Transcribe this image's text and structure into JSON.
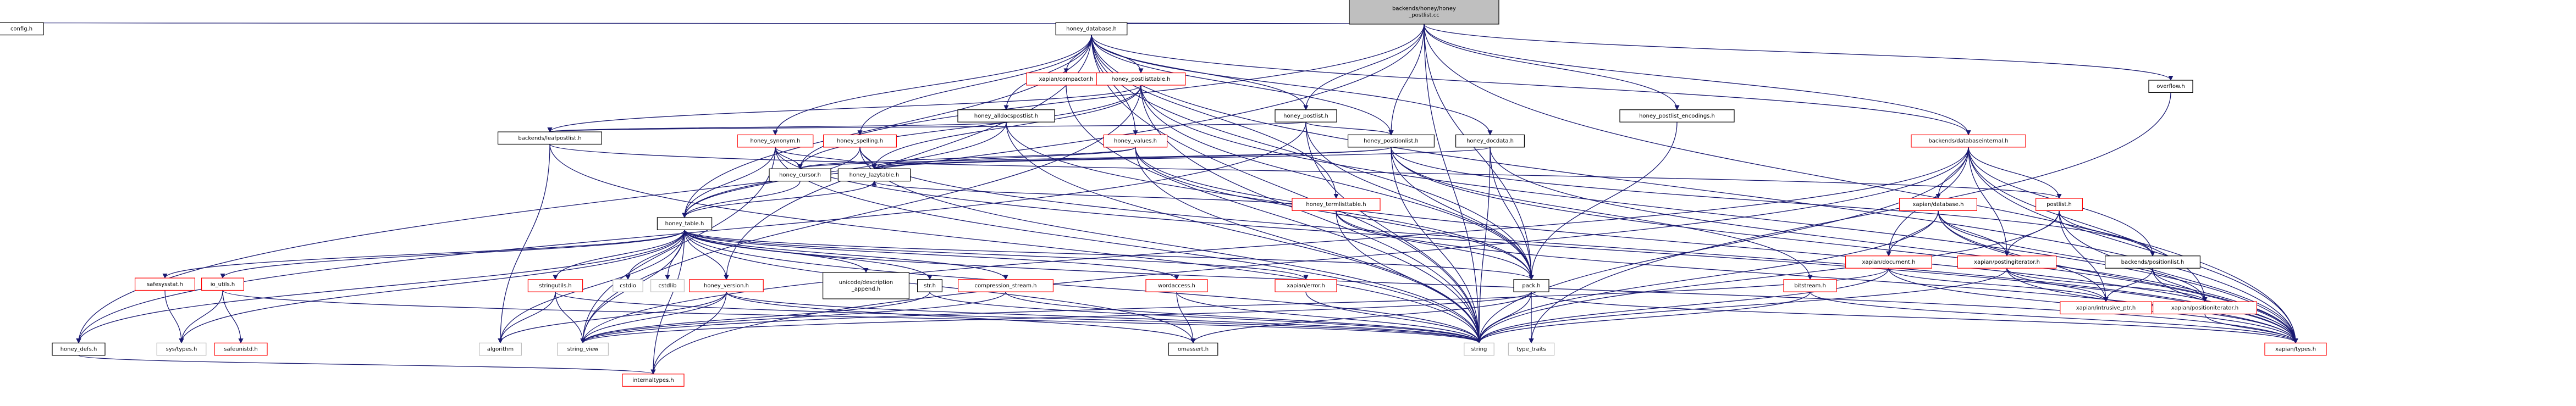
{
  "diagram": {
    "title": "backends/honey/honey_postlist.cc include dependency graph",
    "colors": {
      "edge": "#191970",
      "root_fill": "#bfbfbf",
      "normal_border": "#000000",
      "incomplete_border": "#ff0000",
      "system_border": "#bfbfbf"
    },
    "nodes": [
      {
        "id": "root",
        "lines": [
          "backends/honey/honey",
          "_postlist.cc"
        ],
        "kind": "root"
      },
      {
        "id": "config_h",
        "lines": [
          "config.h"
        ],
        "kind": "normal"
      },
      {
        "id": "honey_database_h",
        "lines": [
          "honey_database.h"
        ],
        "kind": "normal"
      },
      {
        "id": "overflow_h",
        "lines": [
          "overflow.h"
        ],
        "kind": "normal"
      },
      {
        "id": "xapian_compactor_h",
        "lines": [
          "xapian/compactor.h"
        ],
        "kind": "red"
      },
      {
        "id": "honey_postlisttable_h",
        "lines": [
          "honey_postlisttable.h"
        ],
        "kind": "red"
      },
      {
        "id": "honey_alldocspostlist_h",
        "lines": [
          "honey_alldocspostlist.h"
        ],
        "kind": "normal"
      },
      {
        "id": "honey_postlist_h",
        "lines": [
          "honey_postlist.h"
        ],
        "kind": "normal"
      },
      {
        "id": "honey_postlist_encodings_h",
        "lines": [
          "honey_postlist_encodings.h"
        ],
        "kind": "normal"
      },
      {
        "id": "backends_leafpostlist_h",
        "lines": [
          "backends/leafpostlist.h"
        ],
        "kind": "normal"
      },
      {
        "id": "honey_synonym_h",
        "lines": [
          "honey_synonym.h"
        ],
        "kind": "red"
      },
      {
        "id": "honey_spelling_h",
        "lines": [
          "honey_spelling.h"
        ],
        "kind": "red"
      },
      {
        "id": "honey_values_h",
        "lines": [
          "honey_values.h"
        ],
        "kind": "red"
      },
      {
        "id": "honey_positionlist_h",
        "lines": [
          "honey_positionlist.h"
        ],
        "kind": "normal"
      },
      {
        "id": "honey_docdata_h",
        "lines": [
          "honey_docdata.h"
        ],
        "kind": "normal"
      },
      {
        "id": "backends_databaseinternal_h",
        "lines": [
          "backends/databaseinternal.h"
        ],
        "kind": "red"
      },
      {
        "id": "honey_cursor_h",
        "lines": [
          "honey_cursor.h"
        ],
        "kind": "normal"
      },
      {
        "id": "honey_lazytable_h",
        "lines": [
          "honey_lazytable.h"
        ],
        "kind": "normal"
      },
      {
        "id": "honey_termlisttable_h",
        "lines": [
          "honey_termlisttable.h"
        ],
        "kind": "red"
      },
      {
        "id": "xapian_database_h",
        "lines": [
          "xapian/database.h"
        ],
        "kind": "red"
      },
      {
        "id": "postlist_h",
        "lines": [
          "postlist.h"
        ],
        "kind": "red"
      },
      {
        "id": "honey_table_h",
        "lines": [
          "honey_table.h"
        ],
        "kind": "normal"
      },
      {
        "id": "xapian_document_h",
        "lines": [
          "xapian/document.h"
        ],
        "kind": "red"
      },
      {
        "id": "xapian_postingiterator_h",
        "lines": [
          "xapian/postingiterator.h"
        ],
        "kind": "red"
      },
      {
        "id": "backends_positionlist_h",
        "lines": [
          "backends/positionlist.h"
        ],
        "kind": "normal"
      },
      {
        "id": "safesysstat_h",
        "lines": [
          "safesysstat.h"
        ],
        "kind": "red"
      },
      {
        "id": "io_utils_h",
        "lines": [
          "io_utils.h"
        ],
        "kind": "red"
      },
      {
        "id": "stringutils_h",
        "lines": [
          "stringutils.h"
        ],
        "kind": "red"
      },
      {
        "id": "cstdio",
        "lines": [
          "cstdio"
        ],
        "kind": "gray"
      },
      {
        "id": "cstdlib",
        "lines": [
          "cstdlib"
        ],
        "kind": "gray"
      },
      {
        "id": "honey_version_h",
        "lines": [
          "honey_version.h"
        ],
        "kind": "red"
      },
      {
        "id": "unicode_description_append_h",
        "lines": [
          "unicode/description",
          "_append.h"
        ],
        "kind": "normal"
      },
      {
        "id": "str_h",
        "lines": [
          "str.h"
        ],
        "kind": "normal"
      },
      {
        "id": "compression_stream_h",
        "lines": [
          "compression_stream.h"
        ],
        "kind": "red"
      },
      {
        "id": "wordaccess_h",
        "lines": [
          "wordaccess.h"
        ],
        "kind": "red"
      },
      {
        "id": "xapian_error_h",
        "lines": [
          "xapian/error.h"
        ],
        "kind": "red"
      },
      {
        "id": "pack_h",
        "lines": [
          "pack.h"
        ],
        "kind": "normal"
      },
      {
        "id": "bitstream_h",
        "lines": [
          "bitstream.h"
        ],
        "kind": "red"
      },
      {
        "id": "xapian_intrusive_ptr_h",
        "lines": [
          "xapian/intrusive_ptr.h"
        ],
        "kind": "red"
      },
      {
        "id": "xapian_positioniterator_h",
        "lines": [
          "xapian/positioniterator.h"
        ],
        "kind": "red"
      },
      {
        "id": "honey_defs_h",
        "lines": [
          "honey_defs.h"
        ],
        "kind": "normal"
      },
      {
        "id": "sys_types_h",
        "lines": [
          "sys/types.h"
        ],
        "kind": "gray"
      },
      {
        "id": "safeunistd_h",
        "lines": [
          "safeunistd.h"
        ],
        "kind": "red"
      },
      {
        "id": "algorithm",
        "lines": [
          "algorithm"
        ],
        "kind": "gray"
      },
      {
        "id": "string_view",
        "lines": [
          "string_view"
        ],
        "kind": "gray"
      },
      {
        "id": "omassert_h",
        "lines": [
          "omassert.h"
        ],
        "kind": "normal"
      },
      {
        "id": "string",
        "lines": [
          "string"
        ],
        "kind": "gray"
      },
      {
        "id": "type_traits",
        "lines": [
          "type_traits"
        ],
        "kind": "gray"
      },
      {
        "id": "xapian_types_h",
        "lines": [
          "xapian/types.h"
        ],
        "kind": "red"
      },
      {
        "id": "internaltypes_h",
        "lines": [
          "internaltypes.h"
        ],
        "kind": "red"
      }
    ],
    "edges": [
      [
        "root",
        "config_h"
      ],
      [
        "root",
        "honey_database_h"
      ],
      [
        "root",
        "overflow_h"
      ],
      [
        "root",
        "honey_postlist_h"
      ],
      [
        "root",
        "honey_postlist_encodings_h"
      ],
      [
        "root",
        "honey_positionlist_h"
      ],
      [
        "root",
        "honey_cursor_h"
      ],
      [
        "root",
        "pack_h"
      ],
      [
        "root",
        "string"
      ],
      [
        "root",
        "xapian_types_h"
      ],
      [
        "root",
        "backends_databaseinternal_h"
      ],
      [
        "root",
        "honey_defs_h"
      ],
      [
        "honey_database_h",
        "xapian_compactor_h"
      ],
      [
        "honey_database_h",
        "honey_postlisttable_h"
      ],
      [
        "honey_database_h",
        "honey_alldocspostlist_h"
      ],
      [
        "honey_database_h",
        "honey_postlist_h"
      ],
      [
        "honey_database_h",
        "honey_synonym_h"
      ],
      [
        "honey_database_h",
        "honey_spelling_h"
      ],
      [
        "honey_database_h",
        "honey_values_h"
      ],
      [
        "honey_database_h",
        "honey_positionlist_h"
      ],
      [
        "honey_database_h",
        "honey_docdata_h"
      ],
      [
        "honey_database_h",
        "backends_databaseinternal_h"
      ],
      [
        "honey_database_h",
        "honey_termlisttable_h"
      ],
      [
        "honey_database_h",
        "honey_version_h"
      ],
      [
        "honey_database_h",
        "honey_table_h"
      ],
      [
        "honey_database_h",
        "xapian_types_h"
      ],
      [
        "honey_database_h",
        "pack_h"
      ],
      [
        "honey_database_h",
        "string"
      ],
      [
        "overflow_h",
        "type_traits"
      ],
      [
        "xapian_compactor_h",
        "string"
      ],
      [
        "honey_postlisttable_h",
        "honey_lazytable_h"
      ],
      [
        "honey_postlisttable_h",
        "pack_h"
      ],
      [
        "honey_postlisttable_h",
        "string"
      ],
      [
        "honey_postlisttable_h",
        "honey_cursor_h"
      ],
      [
        "honey_postlisttable_h",
        "backends_leafpostlist_h"
      ],
      [
        "honey_postlisttable_h",
        "xapian_types_h"
      ],
      [
        "honey_postlisttable_h",
        "string_view"
      ],
      [
        "honey_alldocspostlist_h",
        "backends_leafpostlist_h"
      ],
      [
        "honey_alldocspostlist_h",
        "honey_table_h"
      ],
      [
        "honey_alldocspostlist_h",
        "pack_h"
      ],
      [
        "honey_alldocspostlist_h",
        "string"
      ],
      [
        "honey_postlist_h",
        "backends_leafpostlist_h"
      ],
      [
        "honey_postlist_h",
        "honey_positionlist_h"
      ],
      [
        "honey_postlist_h",
        "pack_h"
      ],
      [
        "honey_postlist_h",
        "string"
      ],
      [
        "honey_postlist_h",
        "honey_defs_h"
      ],
      [
        "honey_postlist_encodings_h",
        "pack_h"
      ],
      [
        "backends_leafpostlist_h",
        "postlist_h"
      ],
      [
        "backends_leafpostlist_h",
        "string"
      ],
      [
        "backends_leafpostlist_h",
        "algorithm"
      ],
      [
        "honey_synonym_h",
        "honey_cursor_h"
      ],
      [
        "honey_synonym_h",
        "honey_lazytable_h"
      ],
      [
        "honey_synonym_h",
        "honey_table_h"
      ],
      [
        "honey_synonym_h",
        "xapian_types_h"
      ],
      [
        "honey_synonym_h",
        "string"
      ],
      [
        "honey_synonym_h",
        "string_view"
      ],
      [
        "honey_spelling_h",
        "honey_lazytable_h"
      ],
      [
        "honey_spelling_h",
        "honey_table_h"
      ],
      [
        "honey_spelling_h",
        "xapian_types_h"
      ],
      [
        "honey_spelling_h",
        "string"
      ],
      [
        "honey_values_h",
        "honey_cursor_h"
      ],
      [
        "honey_values_h",
        "honey_lazytable_h"
      ],
      [
        "honey_values_h",
        "pack_h"
      ],
      [
        "honey_values_h",
        "xapian_types_h"
      ],
      [
        "honey_values_h",
        "string"
      ],
      [
        "honey_positionlist_h",
        "honey_lazytable_h"
      ],
      [
        "honey_positionlist_h",
        "pack_h"
      ],
      [
        "honey_positionlist_h",
        "bitstream_h"
      ],
      [
        "honey_positionlist_h",
        "backends_positionlist_h"
      ],
      [
        "honey_positionlist_h",
        "xapian_types_h"
      ],
      [
        "honey_positionlist_h",
        "string"
      ],
      [
        "honey_positionlist_h",
        "honey_cursor_h"
      ],
      [
        "honey_docdata_h",
        "honey_lazytable_h"
      ],
      [
        "honey_docdata_h",
        "pack_h"
      ],
      [
        "honey_docdata_h",
        "xapian_types_h"
      ],
      [
        "honey_docdata_h",
        "string"
      ],
      [
        "backends_databaseinternal_h",
        "xapian_database_h"
      ],
      [
        "backends_databaseinternal_h",
        "postlist_h"
      ],
      [
        "backends_databaseinternal_h",
        "xapian_document_h"
      ],
      [
        "backends_databaseinternal_h",
        "xapian_postingiterator_h"
      ],
      [
        "backends_databaseinternal_h",
        "backends_positionlist_h"
      ],
      [
        "backends_databaseinternal_h",
        "xapian_types_h"
      ],
      [
        "backends_databaseinternal_h",
        "internaltypes_h"
      ],
      [
        "backends_databaseinternal_h",
        "string"
      ],
      [
        "backends_databaseinternal_h",
        "string_view"
      ],
      [
        "backends_databaseinternal_h",
        "xapian_positioniterator_h"
      ],
      [
        "honey_cursor_h",
        "honey_table_h"
      ],
      [
        "honey_lazytable_h",
        "honey_table_h"
      ],
      [
        "honey_termlisttable_h",
        "honey_lazytable_h"
      ],
      [
        "honey_termlisttable_h",
        "pack_h"
      ],
      [
        "honey_termlisttable_h",
        "xapian_types_h"
      ],
      [
        "honey_termlisttable_h",
        "string"
      ],
      [
        "xapian_database_h",
        "xapian_document_h"
      ],
      [
        "xapian_database_h",
        "xapian_postingiterator_h"
      ],
      [
        "xapian_database_h",
        "xapian_intrusive_ptr_h"
      ],
      [
        "xapian_database_h",
        "xapian_positioniterator_h"
      ],
      [
        "xapian_database_h",
        "xapian_types_h"
      ],
      [
        "xapian_database_h",
        "string"
      ],
      [
        "postlist_h",
        "xapian_postingiterator_h"
      ],
      [
        "postlist_h",
        "backends_positionlist_h"
      ],
      [
        "postlist_h",
        "xapian_intrusive_ptr_h"
      ],
      [
        "postlist_h",
        "xapian_types_h"
      ],
      [
        "postlist_h",
        "string"
      ],
      [
        "honey_table_h",
        "safesysstat_h"
      ],
      [
        "honey_table_h",
        "io_utils_h"
      ],
      [
        "honey_table_h",
        "stringutils_h"
      ],
      [
        "honey_table_h",
        "cstdio"
      ],
      [
        "honey_table_h",
        "cstdlib"
      ],
      [
        "honey_table_h",
        "honey_version_h"
      ],
      [
        "honey_table_h",
        "unicode_description_append_h"
      ],
      [
        "honey_table_h",
        "str_h"
      ],
      [
        "honey_table_h",
        "compression_stream_h"
      ],
      [
        "honey_table_h",
        "wordaccess_h"
      ],
      [
        "honey_table_h",
        "xapian_error_h"
      ],
      [
        "honey_table_h",
        "pack_h"
      ],
      [
        "honey_table_h",
        "honey_defs_h"
      ],
      [
        "honey_table_h",
        "sys_types_h"
      ],
      [
        "honey_table_h",
        "algorithm"
      ],
      [
        "honey_table_h",
        "string_view"
      ],
      [
        "honey_table_h",
        "string"
      ],
      [
        "honey_table_h",
        "xapian_types_h"
      ],
      [
        "honey_table_h",
        "omassert_h"
      ],
      [
        "honey_table_h",
        "internaltypes_h"
      ],
      [
        "xapian_document_h",
        "xapian_intrusive_ptr_h"
      ],
      [
        "xapian_document_h",
        "xapian_types_h"
      ],
      [
        "xapian_document_h",
        "string"
      ],
      [
        "xapian_document_h",
        "string_view"
      ],
      [
        "xapian_postingiterator_h",
        "xapian_positioniterator_h"
      ],
      [
        "xapian_postingiterator_h",
        "xapian_types_h"
      ],
      [
        "xapian_postingiterator_h",
        "string"
      ],
      [
        "xapian_postingiterator_h",
        "xapian_intrusive_ptr_h"
      ],
      [
        "backends_positionlist_h",
        "xapian_intrusive_ptr_h"
      ],
      [
        "backends_positionlist_h",
        "xapian_positioniterator_h"
      ],
      [
        "backends_positionlist_h",
        "xapian_types_h"
      ],
      [
        "safesysstat_h",
        "sys_types_h"
      ],
      [
        "io_utils_h",
        "sys_types_h"
      ],
      [
        "io_utils_h",
        "safeunistd_h"
      ],
      [
        "io_utils_h",
        "string"
      ],
      [
        "stringutils_h",
        "algorithm"
      ],
      [
        "stringutils_h",
        "string_view"
      ],
      [
        "stringutils_h",
        "string"
      ],
      [
        "honey_version_h",
        "internaltypes_h"
      ],
      [
        "honey_version_h",
        "string_view"
      ],
      [
        "honey_version_h",
        "algorithm"
      ],
      [
        "honey_version_h",
        "string"
      ],
      [
        "honey_version_h",
        "omassert_h"
      ],
      [
        "str_h",
        "string"
      ],
      [
        "str_h",
        "string_view"
      ],
      [
        "compression_stream_h",
        "string"
      ],
      [
        "compression_stream_h",
        "string_view"
      ],
      [
        "wordaccess_h",
        "omassert_h"
      ],
      [
        "wordaccess_h",
        "string"
      ],
      [
        "xapian_error_h",
        "string"
      ],
      [
        "pack_h",
        "string"
      ],
      [
        "pack_h",
        "type_traits"
      ],
      [
        "pack_h",
        "omassert_h"
      ],
      [
        "pack_h",
        "string_view"
      ],
      [
        "pack_h",
        "xapian_types_h"
      ],
      [
        "bitstream_h",
        "string"
      ],
      [
        "bitstream_h",
        "xapian_types_h"
      ],
      [
        "xapian_positioniterator_h",
        "xapian_types_h"
      ],
      [
        "honey_defs_h",
        "internaltypes_h"
      ]
    ]
  }
}
